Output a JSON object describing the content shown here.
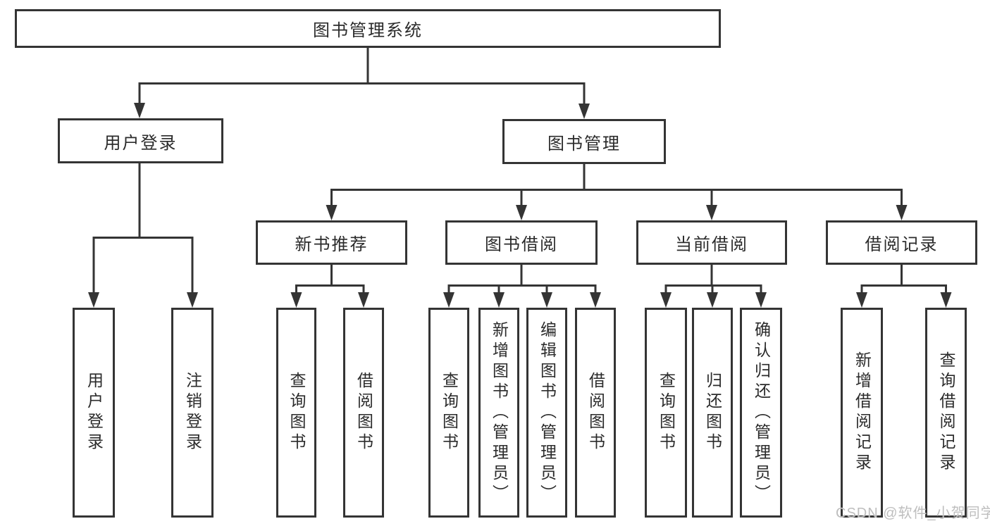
{
  "tree": {
    "root": {
      "label": "图书管理系统"
    },
    "branches": [
      {
        "label": "用户登录",
        "leaves": [
          "用户登录",
          "注销登录"
        ]
      },
      {
        "label": "图书管理",
        "groups": [
          {
            "label": "新书推荐",
            "leaves": [
              "查询图书",
              "借阅图书"
            ]
          },
          {
            "label": "图书借阅",
            "leaves": [
              "查询图书",
              "新增图书（管理员）",
              "编辑图书（管理员）",
              "借阅图书"
            ]
          },
          {
            "label": "当前借阅",
            "leaves": [
              "查询图书",
              "归还图书",
              "确认归还（管理员）"
            ]
          },
          {
            "label": "借阅记录",
            "leaves": [
              "新增借阅记录",
              "查询借阅记录"
            ]
          }
        ]
      }
    ]
  },
  "watermark": "CSDN @软件_小贺同学",
  "colors": {
    "line": "#343434",
    "box_border": "#343434",
    "box_fill": "#ffffff",
    "text": "#2b2b2b",
    "watermark": "#bababa"
  }
}
